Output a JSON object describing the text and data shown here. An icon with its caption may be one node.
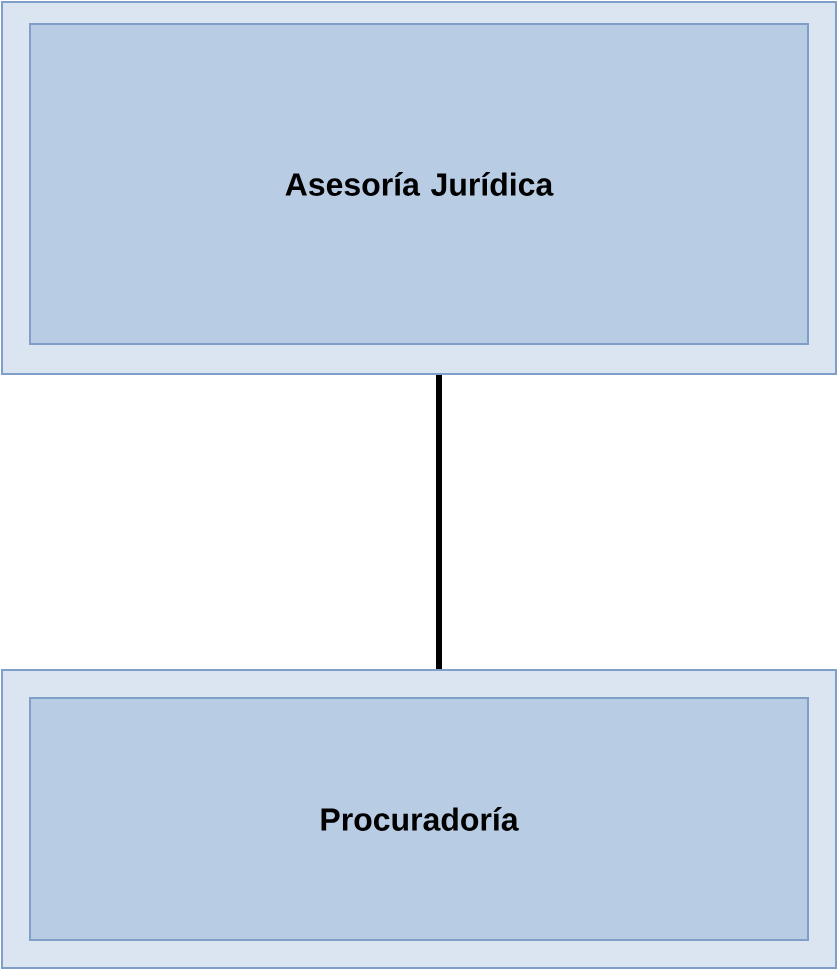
{
  "diagram": {
    "nodes": [
      {
        "text": [],
        "shape": "box"
      },
      {
        "text": [
          "Asesoría Jurídica"
        ],
        "in": 0
      },
      {
        "text": [],
        "shape": "box"
      },
      {
        "text": [
          "Procuradoría"
        ],
        "in": 2
      }
    ],
    "edges": [
      {
        "from": 0,
        "to": 2,
        "arrow": "none"
      }
    ]
  }
}
